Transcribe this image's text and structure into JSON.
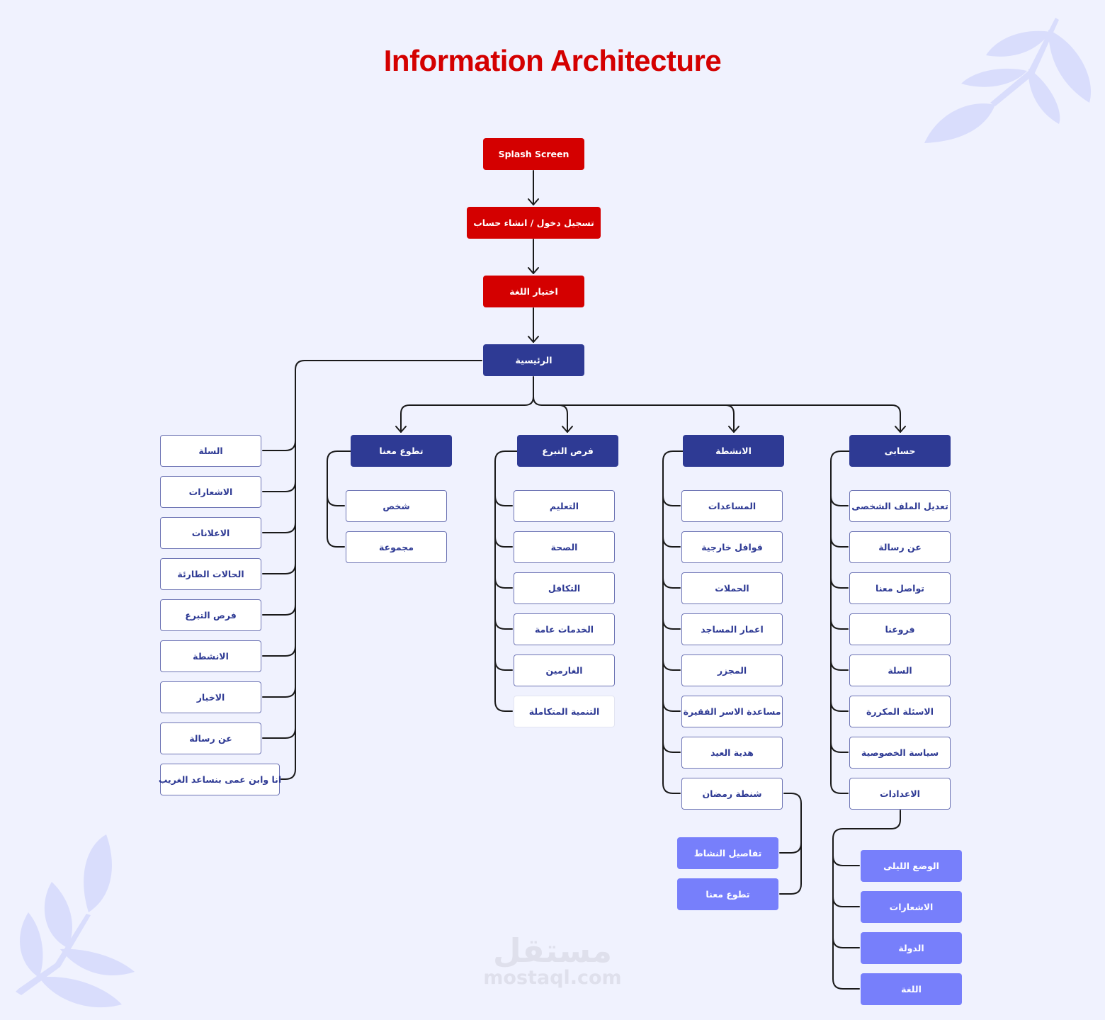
{
  "title": "Information Architecture",
  "colors": {
    "background": "#f0f2fe",
    "title": "#d40000",
    "flow_node": "#d40000",
    "section_node": "#2e3a94",
    "leaf_border": "#6d74b4",
    "leaf_text": "#2e3a94",
    "sub_leaf": "#777ffb",
    "connector": "#1a1a1a",
    "decoration": "#d9ddfc"
  },
  "flow": [
    {
      "id": "splash",
      "label": "Splash Screen"
    },
    {
      "id": "login",
      "label": "تسجيل دخول / انشاء حساب"
    },
    {
      "id": "language",
      "label": "اختيار اللغة"
    }
  ],
  "home": {
    "id": "home",
    "label": "الرئيسية"
  },
  "home_menu": [
    "السلة",
    "الاشعارات",
    "الاعلانات",
    "الحالات الطارئة",
    "فرص التبرع",
    "الانشطة",
    "الاخبار",
    "عن رسالة",
    "انا وابن عمى بنساعد الغريب"
  ],
  "sections": [
    {
      "id": "volunteer",
      "label": "تطوع معنا",
      "children": [
        "شخص",
        "مجموعة"
      ]
    },
    {
      "id": "donation",
      "label": "فرص التبرع",
      "children": [
        "التعليم",
        "الصحة",
        "التكافل",
        "الخدمات عامة",
        "الغارمين",
        "التنمية المتكاملة"
      ]
    },
    {
      "id": "activities",
      "label": "الانشطة",
      "children": [
        "المساعدات",
        "قوافل خارجية",
        "الحملات",
        "اعمار المساجد",
        "المجزر",
        "مساعدة الاسر الفقيرة",
        "هدية العيد",
        "شنطة رمضان"
      ],
      "sub_children": [
        "تفاصيل النشاط",
        "تطوع معنا"
      ]
    },
    {
      "id": "account",
      "label": "حسابى",
      "children": [
        "تعديل الملف الشخصى",
        "عن رسالة",
        "تواصل معنا",
        "فروعنا",
        "السلة",
        "الاسئلة المكررة",
        "سياسة الخصوصية",
        "الاعدادات"
      ],
      "sub_children": [
        "الوضع الليلى",
        "الاشعارات",
        "الدولة",
        "اللغة"
      ]
    }
  ],
  "watermark": {
    "arabic": "مستقل",
    "latin": "mostaql.com"
  }
}
